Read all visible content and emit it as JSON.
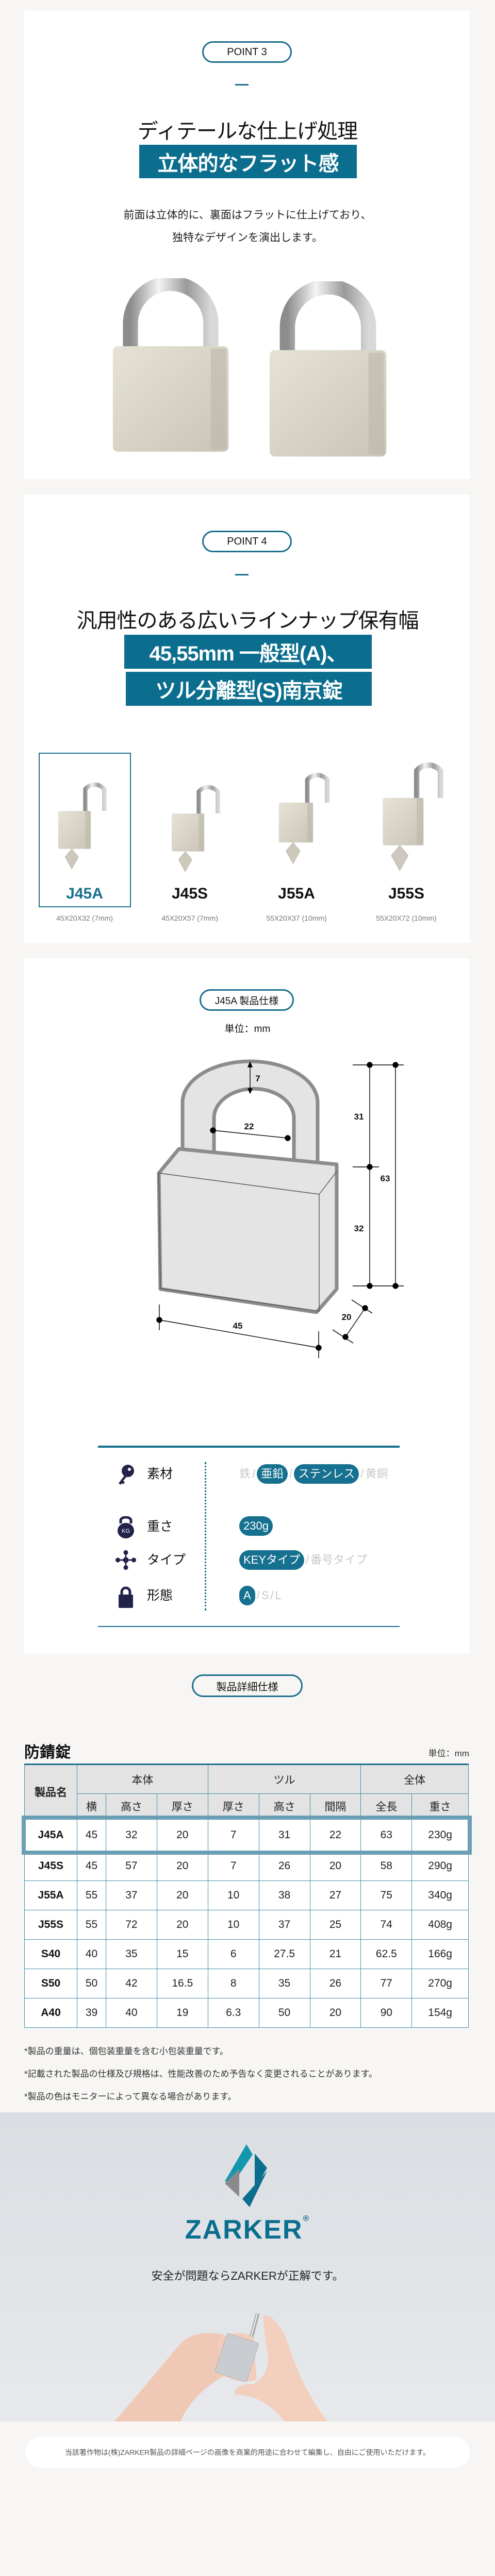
{
  "point3": {
    "badge": "POINT 3",
    "title": "ディテールな仕上げ処理",
    "highlight": "立体的なフラット感",
    "body": [
      "前面は立体的に、裏面はフラットに仕上げており、",
      "独特なデザインを演出します。"
    ]
  },
  "point4": {
    "badge": "POINT 4",
    "title": "汎用性のある広いラインナップ保有幅",
    "highlight": [
      "45,55mm 一般型(A)、",
      "ツル分離型(S)南京錠"
    ],
    "selected": "J45A",
    "products": [
      {
        "name": "J45A",
        "dims": "45X20X32 (7mm)"
      },
      {
        "name": "J45S",
        "dims": "45X20X57 (7mm)"
      },
      {
        "name": "J55A",
        "dims": "55X20X37 (10mm)"
      },
      {
        "name": "J55S",
        "dims": "55X20X72 (10mm)"
      }
    ]
  },
  "spec": {
    "badge": "J45A 製品仕様",
    "unit": "単位：mm",
    "dimensions": {
      "shackle_thickness": "7",
      "shackle_gap": "22",
      "shackle_height": "31",
      "body_height": "32",
      "total_height": "63",
      "width": "45",
      "depth": "20"
    },
    "separator": "/",
    "rows": [
      {
        "icon": "key-icon",
        "label": "素材",
        "options": [
          {
            "text": "鉄",
            "active": false
          },
          {
            "text": "亜鉛",
            "active": true
          },
          {
            "text": "ステンレス",
            "active": true
          },
          {
            "text": "黄銅",
            "active": false
          }
        ]
      },
      {
        "icon": "kettlebell-kg-icon",
        "icon_text": "KG",
        "label": "重さ",
        "options": [
          {
            "text": "230g",
            "active": true
          }
        ]
      },
      {
        "icon": "nodes-icon",
        "label": "タイプ",
        "options": [
          {
            "text": "KEYタイプ",
            "active": true
          },
          {
            "text": "番号タイプ",
            "active": false
          }
        ]
      },
      {
        "icon": "padlock-icon",
        "label": "形態",
        "options": [
          {
            "text": "A",
            "active": true
          },
          {
            "text": "S",
            "active": false
          },
          {
            "text": "L",
            "active": false
          }
        ]
      }
    ]
  },
  "detail": {
    "badge": "製品詳細仕様",
    "title": "防錆錠",
    "unit": "単位：mm",
    "name_header": "製品名",
    "groups": [
      {
        "label": "本体",
        "span": 3
      },
      {
        "label": "ツル",
        "span": 3
      },
      {
        "label": "全体",
        "span": 2
      }
    ],
    "subheaders": [
      "横",
      "高さ",
      "厚さ",
      "厚さ",
      "高さ",
      "間隔",
      "全長",
      "重さ"
    ],
    "highlight_row": "J45A",
    "rows": [
      [
        "J45A",
        "45",
        "32",
        "20",
        "7",
        "31",
        "22",
        "63",
        "230g"
      ],
      [
        "J45S",
        "45",
        "57",
        "20",
        "7",
        "26",
        "20",
        "58",
        "290g"
      ],
      [
        "J55A",
        "55",
        "37",
        "20",
        "10",
        "38",
        "27",
        "75",
        "340g"
      ],
      [
        "J55S",
        "55",
        "72",
        "20",
        "10",
        "37",
        "25",
        "74",
        "408g"
      ],
      [
        "S40",
        "40",
        "35",
        "15",
        "6",
        "27.5",
        "21",
        "62.5",
        "166g"
      ],
      [
        "S50",
        "50",
        "42",
        "16.5",
        "8",
        "35",
        "26",
        "77",
        "270g"
      ],
      [
        "A40",
        "39",
        "40",
        "19",
        "6.3",
        "50",
        "20",
        "90",
        "154g"
      ]
    ],
    "notes": [
      "*製品の重量は、個包装重量を含む小包装重量です。",
      "*記載された製品の仕様及び規格は、性能改善のため予告なく変更されることがあります。",
      "*製品の色はモニターによって異なる場合があります。"
    ]
  },
  "brand": {
    "name": "ZARKER",
    "mark": "®",
    "tagline": "安全が問題ならZARKERが正解です。",
    "colors": {
      "teal": "#0b6e8e",
      "cyan": "#1497ad",
      "gray": "#8a8a8a"
    }
  },
  "footer": {
    "disclaimer": "当該著作物は(株)ZARKER製品の詳細ページの画像を商業的用途に合わせて編集し、自由にご使用いただけます。"
  }
}
